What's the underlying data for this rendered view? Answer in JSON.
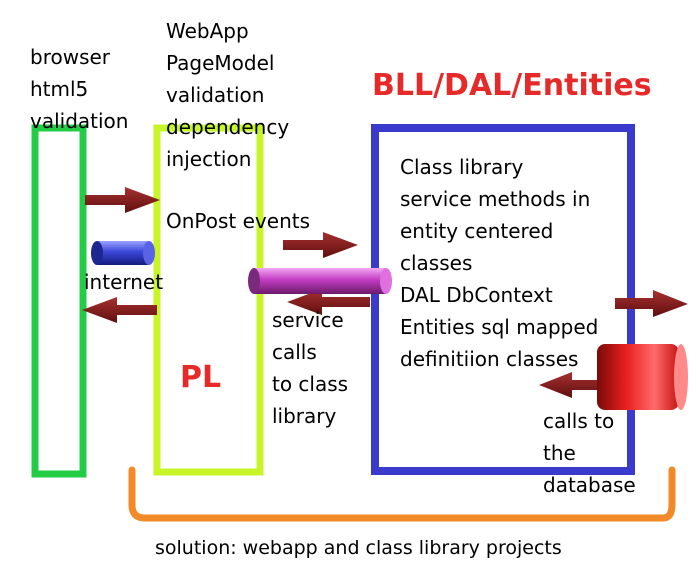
{
  "labels": {
    "browser": "browser\nhtml5\nvalidation",
    "webapp": "WebApp\nPageModel\nvalidation\ndependency\ninjection",
    "onpost": "OnPost events",
    "internet": "internet",
    "service_calls": "service\ncalls\nto class\nlibrary",
    "pl": "PL",
    "bll_title": "BLL/DAL/Entities",
    "class_library": "Class library\nservice methods in\nentity centered\nclasses\nDAL DbContext\nEntities sql mapped\ndefinitiion classes",
    "db_calls": "calls to\nthe\ndatabase",
    "solution": "solution: webapp and class library  projects"
  },
  "colors": {
    "browser_box": "#22cc44",
    "pl_box": "#c8f52a",
    "bll_box": "#3a3acc",
    "bracket": "#f28a2a",
    "arrow": "#8b1a1a",
    "title_red": "#e62a2a",
    "internet_cylinder": "#3b47d8",
    "service_cylinder": "#c23cc2",
    "db_cylinder": "#e81e1e"
  }
}
